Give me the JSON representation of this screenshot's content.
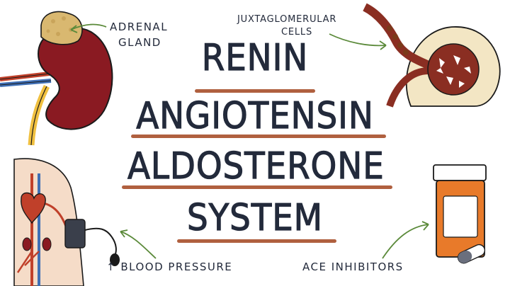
{
  "title": {
    "line1": "RENIN",
    "line2": "ANGIOTENSIN",
    "line3": "ALDOSTERONE",
    "line4": "SYSTEM"
  },
  "labels": {
    "adrenal_line1": "ADRENAL",
    "adrenal_line2": "GLAND",
    "juxta_line1": "JUXTAGLOMERULAR",
    "juxta_line2": "CELLS",
    "blood_pressure": "↑ BLOOD PRESSURE",
    "ace_inhibitors": "ACE INHIBITORS"
  },
  "colors": {
    "ink": "#232a3b",
    "accent": "#b0603f",
    "kidney": "#8a1a22",
    "adrenal": "#d9b870",
    "arrow": "#5b8a3a",
    "bottle": "#e87a2a"
  }
}
